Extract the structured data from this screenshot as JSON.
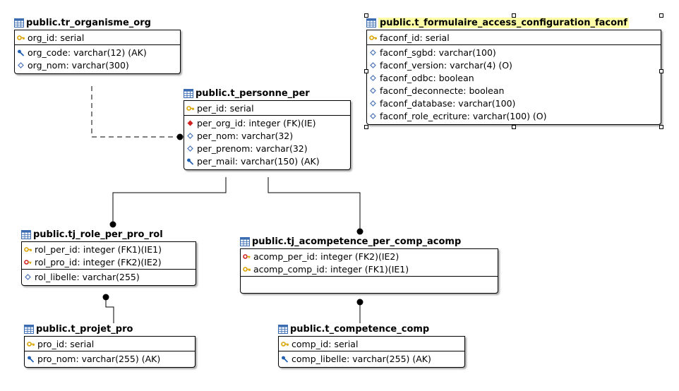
{
  "entities": {
    "organisme": {
      "name": "public.tr_organisme_org",
      "pk": [
        {
          "icon": "key-icon",
          "text": "org_id: serial"
        }
      ],
      "attrs": [
        {
          "icon": "ak-key-icon",
          "text": "org_code: varchar(12) (AK)"
        },
        {
          "icon": "attribute-diamond-icon",
          "text": "org_nom: varchar(300)"
        }
      ]
    },
    "faconf": {
      "name": "public.t_formulaire_access_configuration_faconf",
      "pk": [
        {
          "icon": "key-icon",
          "text": "faconf_id: serial"
        }
      ],
      "attrs": [
        {
          "icon": "attribute-diamond-icon",
          "text": "faconf_sgbd: varchar(100)"
        },
        {
          "icon": "attribute-diamond-icon",
          "text": "faconf_version: varchar(4) (O)"
        },
        {
          "icon": "attribute-diamond-icon",
          "text": "faconf_odbc: boolean"
        },
        {
          "icon": "attribute-diamond-icon",
          "text": "faconf_deconnecte: boolean"
        },
        {
          "icon": "attribute-diamond-icon",
          "text": "faconf_database: varchar(100)"
        },
        {
          "icon": "attribute-diamond-icon",
          "text": "faconf_role_ecriture: varchar(100) (O)"
        }
      ]
    },
    "personne": {
      "name": "public.t_personne_per",
      "pk": [
        {
          "icon": "key-icon",
          "text": "per_id: serial"
        }
      ],
      "attrs": [
        {
          "icon": "fk-diamond-icon",
          "text": "per_org_id: integer (FK)(IE)"
        },
        {
          "icon": "attribute-diamond-icon",
          "text": "per_nom: varchar(32)"
        },
        {
          "icon": "attribute-diamond-icon",
          "text": "per_prenom: varchar(32)"
        },
        {
          "icon": "ak-key-icon",
          "text": "per_mail: varchar(150) (AK)"
        }
      ]
    },
    "role": {
      "name": "public.tj_role_per_pro_rol",
      "pk": [
        {
          "icon": "key-icon",
          "text": "rol_per_id: integer (FK1)(IE1)"
        },
        {
          "icon": "pk-fk-key-icon",
          "text": "rol_pro_id: integer (FK2)(IE2)"
        }
      ],
      "attrs": [
        {
          "icon": "attribute-diamond-icon",
          "text": "rol_libelle: varchar(255)"
        }
      ]
    },
    "acomp": {
      "name": "public.tj_acompetence_per_comp_acomp",
      "pk": [
        {
          "icon": "pk-fk-key-icon",
          "text": "acomp_per_id: integer (FK2)(IE2)"
        },
        {
          "icon": "key-icon",
          "text": "acomp_comp_id: integer (FK1)(IE1)"
        }
      ],
      "attrs": []
    },
    "projet": {
      "name": "public.t_projet_pro",
      "pk": [
        {
          "icon": "key-icon",
          "text": "pro_id: serial"
        }
      ],
      "attrs": [
        {
          "icon": "ak-key-icon",
          "text": "pro_nom: varchar(255) (AK)"
        }
      ]
    },
    "competence": {
      "name": "public.t_competence_comp",
      "pk": [
        {
          "icon": "key-icon",
          "text": "comp_id: serial"
        }
      ],
      "attrs": [
        {
          "icon": "ak-key-icon",
          "text": "comp_libelle: varchar(255) (AK)"
        }
      ]
    }
  },
  "colors": {
    "selection_highlight": "#ffffa8",
    "key_gold": "#d9a300",
    "ak_blue": "#1f5fb0",
    "fk_red": "#d02020",
    "diamond_blue": "#4a73b8"
  }
}
